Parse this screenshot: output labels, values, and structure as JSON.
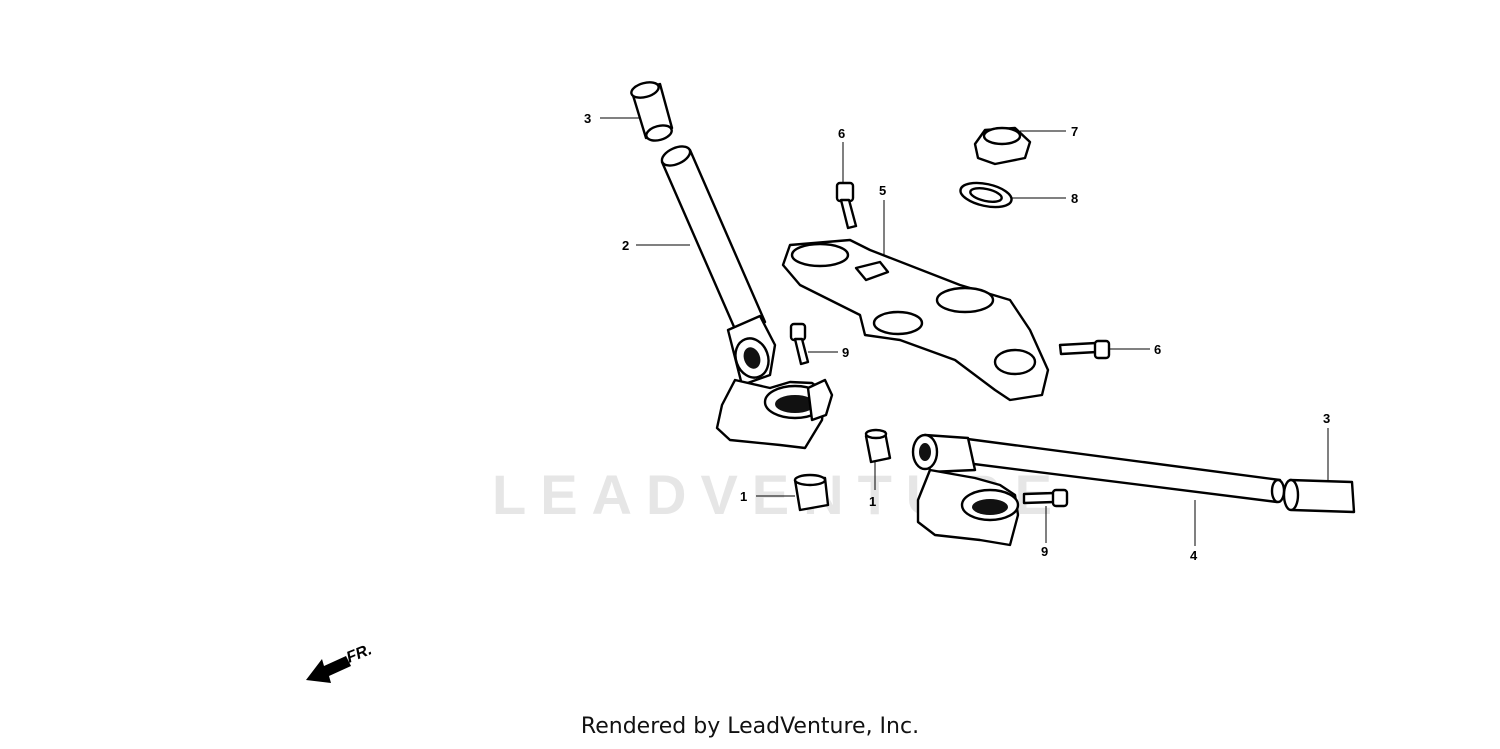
{
  "watermark": "LEADVENTURE",
  "direction_label": "FR.",
  "credit": "Rendered by LeadVenture, Inc.",
  "callouts": {
    "c1a": "1",
    "c1b": "1",
    "c2": "2",
    "c3a": "3",
    "c3b": "3",
    "c4": "4",
    "c5": "5",
    "c6a": "6",
    "c6b": "6",
    "c7": "7",
    "c8": "8",
    "c9a": "9",
    "c9b": "9"
  }
}
